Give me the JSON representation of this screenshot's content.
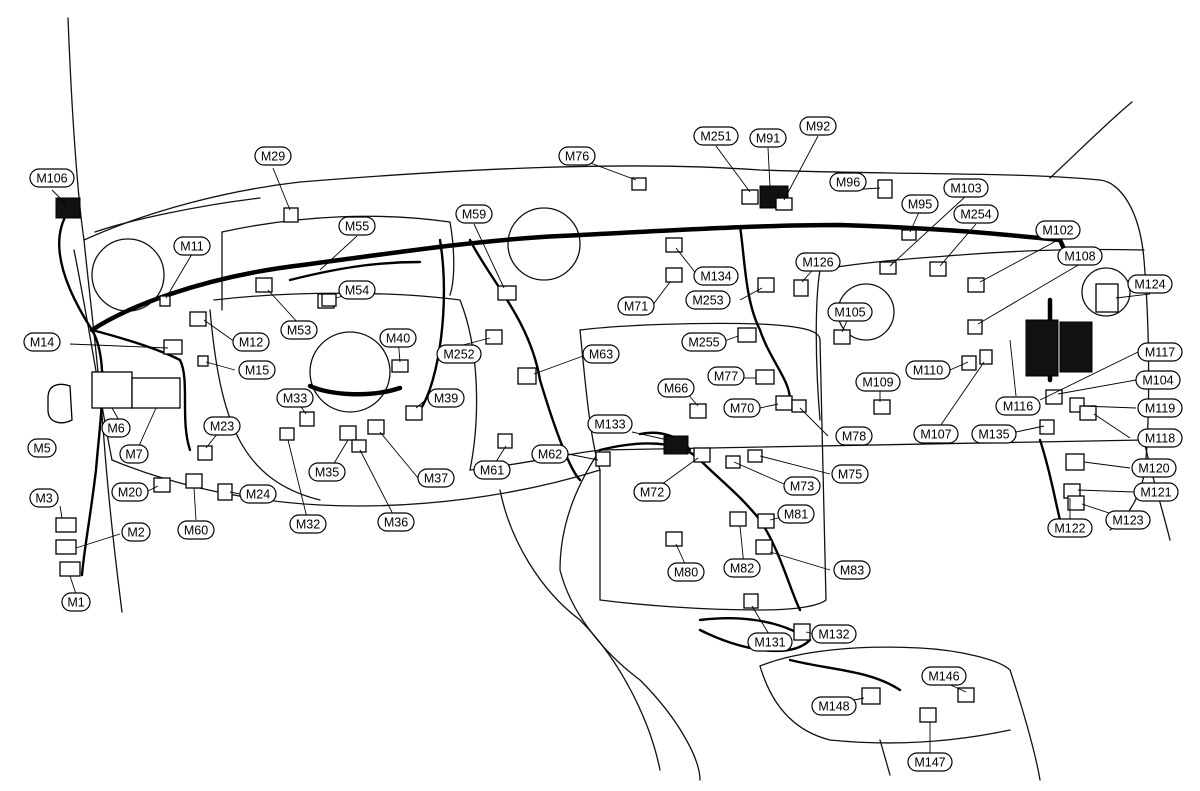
{
  "diagram": {
    "labels": [
      "M106",
      "M29",
      "M76",
      "M251",
      "M91",
      "M92",
      "M96",
      "M103",
      "M95",
      "M254",
      "M102",
      "M108",
      "M124",
      "M11",
      "M55",
      "M59",
      "M54",
      "M53",
      "M12",
      "M14",
      "M15",
      "M5",
      "M6",
      "M7",
      "M40",
      "M252",
      "M63",
      "M33",
      "M39",
      "M23",
      "M20",
      "M24",
      "M60",
      "M32",
      "M35",
      "M37",
      "M36",
      "M61",
      "M62",
      "M134",
      "M71",
      "M253",
      "M126",
      "M105",
      "M255",
      "M77",
      "M66",
      "M70",
      "M133",
      "M72",
      "M73",
      "M75",
      "M78",
      "M109",
      "M110",
      "M117",
      "M104",
      "M116",
      "M107",
      "M135",
      "M119",
      "M118",
      "M120",
      "M121",
      "M122",
      "M123",
      "M81",
      "M80",
      "M82",
      "M83",
      "M131",
      "M132",
      "M146",
      "M148",
      "M147",
      "M3",
      "M2",
      "M1"
    ],
    "colors": {
      "line": "#000000",
      "background": "#ffffff"
    }
  }
}
